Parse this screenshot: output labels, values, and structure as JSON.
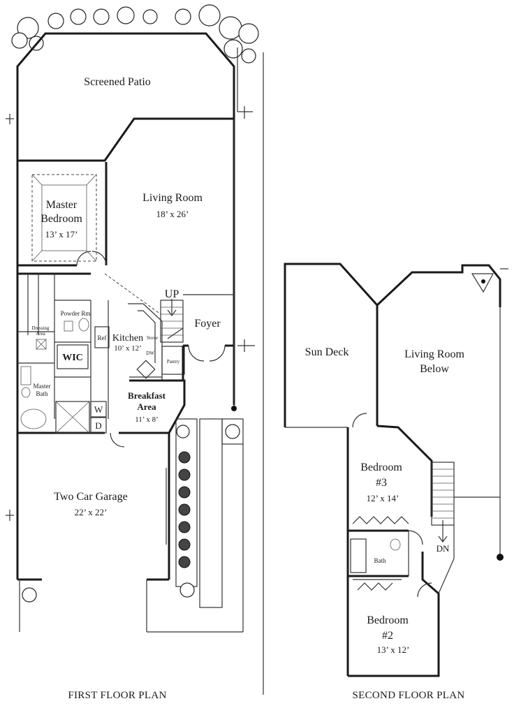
{
  "first_floor": {
    "caption": "FIRST FLOOR PLAN",
    "screened_patio": {
      "name": "Screened Patio"
    },
    "living_room": {
      "name": "Living Room",
      "dims": "18’ x 26’"
    },
    "master_bedroom": {
      "name_line1": "Master",
      "name_line2": "Bedroom",
      "dims": "13’ x 17’"
    },
    "powder_room": "Powder Rm",
    "dressing_area_line1": "Dressing",
    "dressing_area_line2": "Area",
    "wic": "WIC",
    "master_bath_line1": "Master",
    "master_bath_line2": "Bath",
    "ref": "Ref",
    "kitchen": {
      "name": "Kitchen",
      "dims": "10’ x 12’"
    },
    "stove": "Stove",
    "dw": "DW",
    "pantry": "Pantry",
    "up": "UP",
    "foyer": "Foyer",
    "breakfast": {
      "name_line1": "Breakfast",
      "name_line2": "Area",
      "dims": "11’ x 8’"
    },
    "washer": "W",
    "dryer": "D",
    "garage": {
      "name": "Two Car Garage",
      "dims": "22’ x 22’"
    }
  },
  "second_floor": {
    "caption": "SECOND FLOOR PLAN",
    "sun_deck": "Sun Deck",
    "living_below": {
      "line1": "Living Room",
      "line2": "Below"
    },
    "bedroom3": {
      "name_line1": "Bedroom",
      "name_line2": "#3",
      "dims": "12’ x 14’"
    },
    "bath": "Bath",
    "dn": "DN",
    "bedroom2": {
      "name_line1": "Bedroom",
      "name_line2": "#2",
      "dims": "13’ x 12’"
    }
  }
}
